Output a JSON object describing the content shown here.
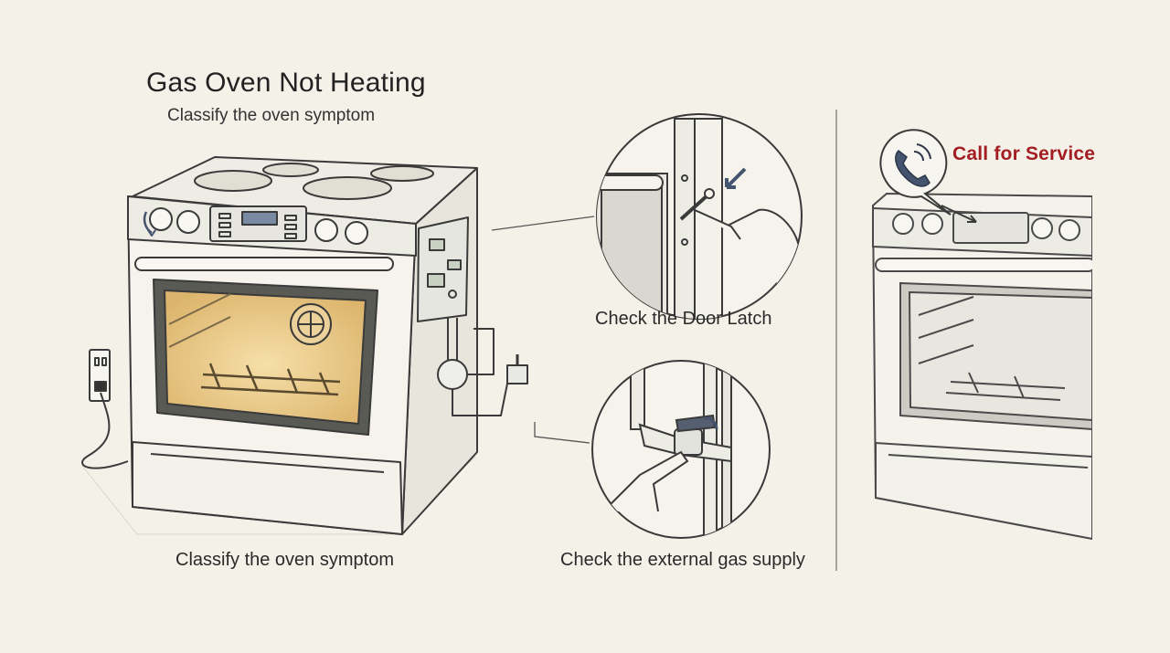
{
  "diagram": {
    "title": "Gas Oven Not Heating",
    "subtitle": "Classify the oven symptom",
    "steps": [
      {
        "label": "Classify the oven symptom"
      },
      {
        "label": "Check the Door Latch"
      },
      {
        "label": "Check the external gas supply"
      },
      {
        "label": "Call for Service"
      }
    ]
  },
  "colors": {
    "background": "#f3f1e8",
    "line": "#3a3a3a",
    "oven_glow": "#e9c98a",
    "service_accent": "#a31e22",
    "arrow_accent": "#44536e",
    "valve_handle": "#555f70"
  },
  "icons": [
    "oven-icon",
    "door-latch-icon",
    "gas-valve-icon",
    "phone-icon",
    "power-outlet-icon",
    "control-board-icon"
  ]
}
